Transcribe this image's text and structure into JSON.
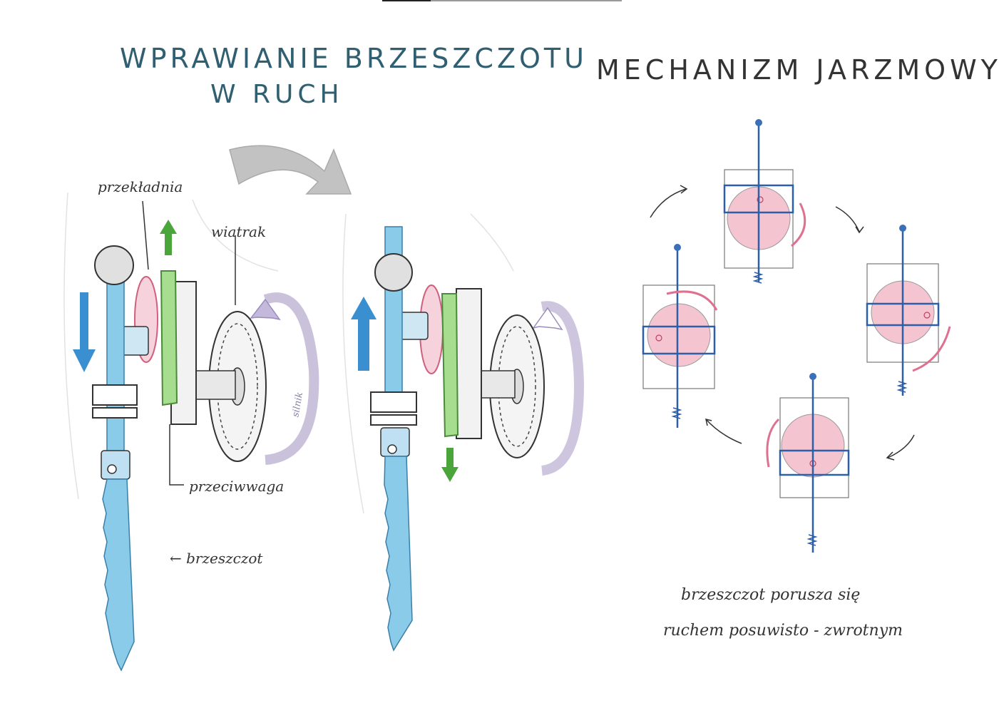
{
  "titles": {
    "left_line1": "WPRAWIANIE BRZESZCZOTU",
    "left_line2": "W RUCH",
    "right": "MECHANIZM JARZMOWY"
  },
  "labels": {
    "przekladnia": "przekładnia",
    "wiatrak": "wiatrak",
    "przeciwwaga": "przeciwwaga",
    "brzeszczot": "← brzeszczot",
    "silnik": "silnik"
  },
  "caption": {
    "line1": "brzeszczot porusza się",
    "line2": "ruchem posuwisto - zwrotnym"
  },
  "colors": {
    "blade_blue": "#7ec4e6",
    "gear_green": "#9ed98a",
    "arrow_blue": "#3a8fd0",
    "arrow_green": "#4aa53a",
    "gear_pink": "#e88aa8",
    "fan_purple": "#b4a8cc",
    "yoke_fill": "#f2c4d0",
    "yoke_line": "#2c5fa8",
    "big_arrow_gray": "#b8b8b8"
  },
  "icons": {
    "transition_arrow": "curved-arrow-icon",
    "motion_down": "down-arrow-icon",
    "motion_up": "up-arrow-icon",
    "cycle_arrows": "cycle-arrow-icon"
  }
}
